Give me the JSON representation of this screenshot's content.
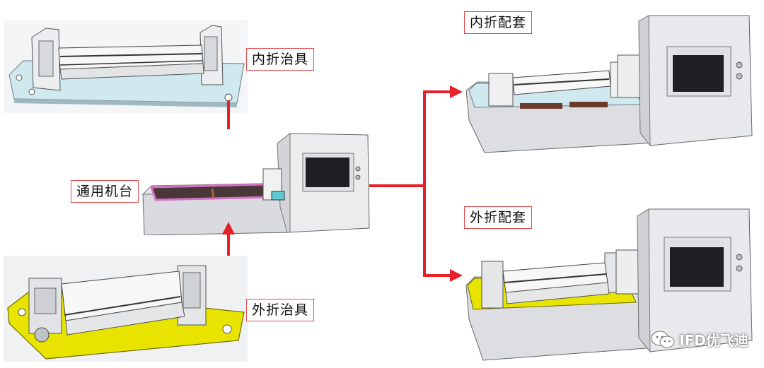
{
  "labels": {
    "inner_fixture": "内折治具",
    "general_machine": "通用机台",
    "outer_fixture": "外折治具",
    "inner_set": "内折配套",
    "outer_set": "外折配套"
  },
  "watermark": {
    "text": "IFD优飞迪",
    "icon": "wechat-icon"
  },
  "colors": {
    "arrow": "#e8202a",
    "label_border": "#e14b4b",
    "inner_plate": "#cfe9ef",
    "outer_plate": "#e8e400",
    "machine_body": "#e6e6ea",
    "screen": "#1f1f26",
    "tray_edge": "#d86fc8"
  }
}
